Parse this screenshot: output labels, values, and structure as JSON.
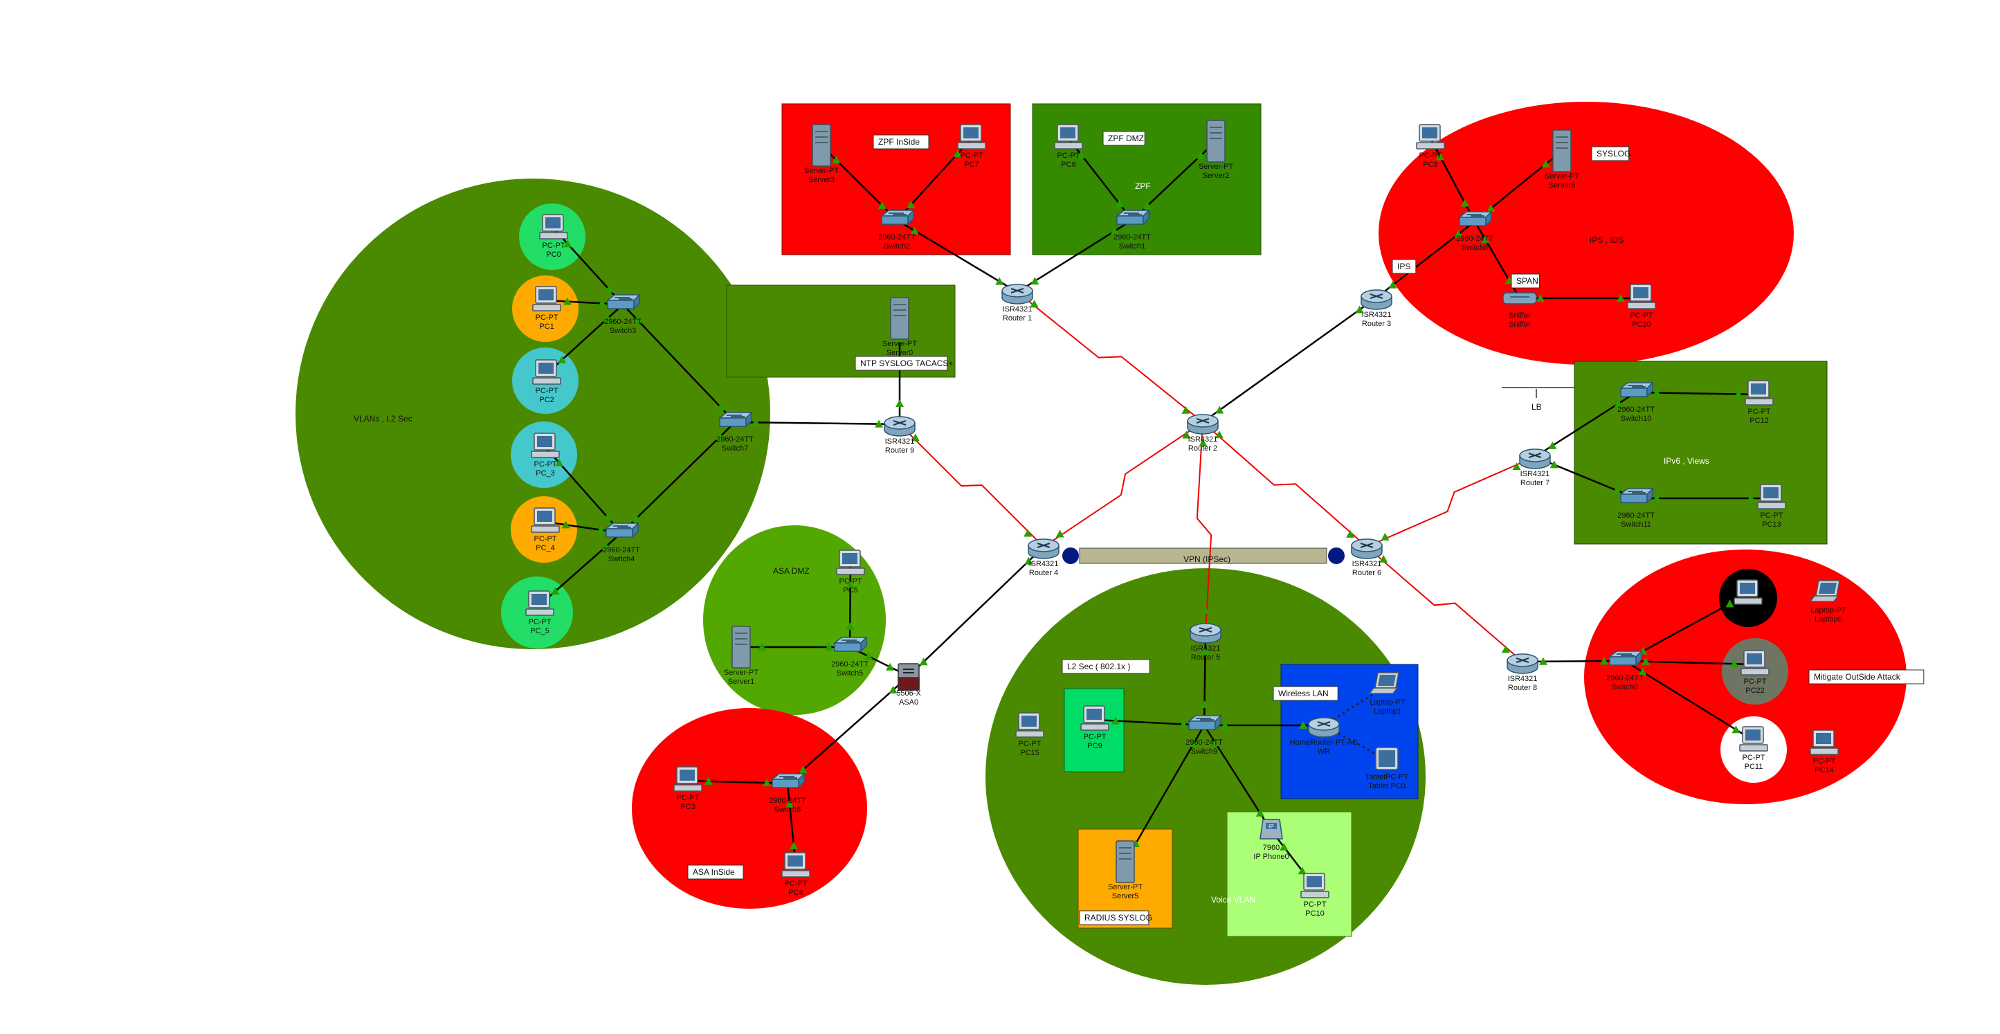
{
  "colors": {
    "area_green": "#4a8a00",
    "area_dark_green": "#358a00",
    "area_light_green": "#52a800",
    "area_red": "#ff0000",
    "area_blue": "#0044ee",
    "area_orange": "#ffaa00",
    "area_bright_green": "#00dd66",
    "area_pale_green": "#aaff77",
    "pc_green": "#22dd66",
    "pc_orange": "#ffaa00",
    "pc_teal": "#44c8cc",
    "pc_black": "#000000",
    "pc_gray": "#6f7563",
    "pc_white": "#ffffff",
    "link_black": "#000000",
    "link_red": "#ee0000",
    "port_green": "#2aa000",
    "vpn_bar": "#b8b690",
    "vpn_dot": "#001a80"
  },
  "labels": {
    "vlans_l2": "VLANs , L2 Sec",
    "ntp_syslog": "NTP SYSLOG TACACS+",
    "zpf_inside": "ZPF InSide",
    "zpf_dmz": "ZPF DMZ",
    "zpf": "ZPF",
    "syslog": "SYSLOG",
    "ips_ids": "IPS , IDS",
    "ips": "IPS",
    "span": "SPAN",
    "lb": "LB",
    "ipv6_views": "IPv6 , Views",
    "asa_dmz": "ASA DMZ",
    "asa_inside": "ASA InSide",
    "vpn": "VPN (IPSec)",
    "l2_sec": "L2 Sec ( 802.1x )",
    "wireless_lan": "Wireless LAN",
    "radius_syslog": "RADIUS SYSLOG",
    "voice_vlan": "Voice VLAN",
    "mitigate": "Mitigate OutSide Attack"
  },
  "devices": [
    {
      "id": "pc0",
      "icon": "pc",
      "l1": "PC-PT",
      "l2": "PC0"
    },
    {
      "id": "pc1",
      "icon": "pc",
      "l1": "PC-PT",
      "l2": "PC1"
    },
    {
      "id": "pc2",
      "icon": "pc",
      "l1": "PC-PT",
      "l2": "PC2"
    },
    {
      "id": "pc3_",
      "icon": "pc",
      "l1": "PC-PT",
      "l2": "PC_3"
    },
    {
      "id": "pc4_",
      "icon": "pc",
      "l1": "PC-PT",
      "l2": "PC_4"
    },
    {
      "id": "pc5_",
      "icon": "pc",
      "l1": "PC-PT",
      "l2": "PC_5"
    },
    {
      "id": "switch3",
      "icon": "switch",
      "l1": "2960-24TT",
      "l2": "Switch3"
    },
    {
      "id": "switch4",
      "icon": "switch",
      "l1": "2960-24TT",
      "l2": "Switch4"
    },
    {
      "id": "switch7",
      "icon": "switch",
      "l1": "2960-24TT",
      "l2": "Switch7"
    },
    {
      "id": "server0",
      "icon": "server",
      "l1": "Server-PT",
      "l2": "Server0"
    },
    {
      "id": "router9",
      "icon": "router",
      "l1": "ISR4321",
      "l2": "Router 9"
    },
    {
      "id": "server3",
      "icon": "server",
      "l1": "Server-PT",
      "l2": "Server3"
    },
    {
      "id": "pc7",
      "icon": "pc",
      "l1": "PC-PT",
      "l2": "PC7"
    },
    {
      "id": "switch2",
      "icon": "switch",
      "l1": "2960-24TT",
      "l2": "Switch2"
    },
    {
      "id": "pc6",
      "icon": "pc",
      "l1": "PC-PT",
      "l2": "PC6"
    },
    {
      "id": "server2",
      "icon": "server",
      "l1": "Server-PT",
      "l2": "Server2"
    },
    {
      "id": "switch1",
      "icon": "switch",
      "l1": "2960-24TT",
      "l2": "Switch1"
    },
    {
      "id": "router1",
      "icon": "router",
      "l1": "ISR4321",
      "l2": "Router 1"
    },
    {
      "id": "pc8",
      "icon": "pc",
      "l1": "PC-PT",
      "l2": "PC8"
    },
    {
      "id": "server6",
      "icon": "server",
      "l1": "Server-PT",
      "l2": "Server6"
    },
    {
      "id": "switch8",
      "icon": "switch",
      "l1": "2960-24TT",
      "l2": "Switch8"
    },
    {
      "id": "sniffer",
      "icon": "sniffer",
      "l1": "Sniffer",
      "l2": "Sniffer"
    },
    {
      "id": "pc20",
      "icon": "pc",
      "l1": "PC-PT",
      "l2": "PC20"
    },
    {
      "id": "router3",
      "icon": "router",
      "l1": "ISR4321",
      "l2": "Router 3"
    },
    {
      "id": "router2",
      "icon": "router",
      "l1": "ISR4321",
      "l2": "Router 2"
    },
    {
      "id": "switch10",
      "icon": "switch",
      "l1": "2960-24TT",
      "l2": "Switch10"
    },
    {
      "id": "pc12",
      "icon": "pc",
      "l1": "PC-PT",
      "l2": "PC12"
    },
    {
      "id": "switch11",
      "icon": "switch",
      "l1": "2960-24TT",
      "l2": "Switch11"
    },
    {
      "id": "pc13",
      "icon": "pc",
      "l1": "PC-PT",
      "l2": "PC13"
    },
    {
      "id": "router7",
      "icon": "router",
      "l1": "ISR4321",
      "l2": "Router 7"
    },
    {
      "id": "router4",
      "icon": "router",
      "l1": "ISR4321",
      "l2": "Router 4"
    },
    {
      "id": "router6",
      "icon": "router",
      "l1": "ISR4321",
      "l2": "Router 6"
    },
    {
      "id": "pc5",
      "icon": "pc",
      "l1": "PC-PT",
      "l2": "PC5"
    },
    {
      "id": "server1",
      "icon": "server",
      "l1": "Server-PT",
      "l2": "Server1"
    },
    {
      "id": "switch5",
      "icon": "switch",
      "l1": "2960-24TT",
      "l2": "Switch5"
    },
    {
      "id": "asa0",
      "icon": "firewall",
      "l1": "5506-X",
      "l2": "ASA0"
    },
    {
      "id": "pc3",
      "icon": "pc",
      "l1": "PC-PT",
      "l2": "PC3"
    },
    {
      "id": "switch6",
      "icon": "switch",
      "l1": "2960-24TT",
      "l2": "Switch6"
    },
    {
      "id": "pc4",
      "icon": "pc",
      "l1": "PC-PT",
      "l2": "PC4"
    },
    {
      "id": "router5",
      "icon": "router",
      "l1": "ISR4321",
      "l2": "Router 5"
    },
    {
      "id": "pc15",
      "icon": "pc",
      "l1": "PC-PT",
      "l2": "PC15"
    },
    {
      "id": "pc9",
      "icon": "pc",
      "l1": "PC-PT",
      "l2": "PC9"
    },
    {
      "id": "switch9",
      "icon": "switch",
      "l1": "2960-24TT",
      "l2": "Switch9"
    },
    {
      "id": "wr",
      "icon": "router",
      "l1": "HomeRouter-PT-AC",
      "l2": "WR"
    },
    {
      "id": "laptop1",
      "icon": "laptop",
      "l1": "Laptop-PT",
      "l2": "Laptop1"
    },
    {
      "id": "tablet0",
      "icon": "tablet",
      "l1": "TabletPC-PT",
      "l2": "Tablet PC0"
    },
    {
      "id": "server5",
      "icon": "server",
      "l1": "Server-PT",
      "l2": "Server5"
    },
    {
      "id": "ipphone0",
      "icon": "phone",
      "l1": "7960",
      "l2": "IP Phone0"
    },
    {
      "id": "pc10",
      "icon": "pc",
      "l1": "PC-PT",
      "l2": "PC10"
    },
    {
      "id": "router8",
      "icon": "router",
      "l1": "ISR4321",
      "l2": "Router 8"
    },
    {
      "id": "switch0",
      "icon": "switch",
      "l1": "2960-24TT",
      "l2": "Switch0"
    },
    {
      "id": "pcblack",
      "icon": "pc",
      "l1": "",
      "l2": ""
    },
    {
      "id": "laptop0",
      "icon": "laptop",
      "l1": "Laptop-PT",
      "l2": "Laptop0"
    },
    {
      "id": "pc22",
      "icon": "pc",
      "l1": "PC-PT",
      "l2": "PC22"
    },
    {
      "id": "pc11",
      "icon": "pc",
      "l1": "PC-PT",
      "l2": "PC11"
    },
    {
      "id": "pc14",
      "icon": "pc",
      "l1": "PC-PT",
      "l2": "PC14"
    }
  ]
}
